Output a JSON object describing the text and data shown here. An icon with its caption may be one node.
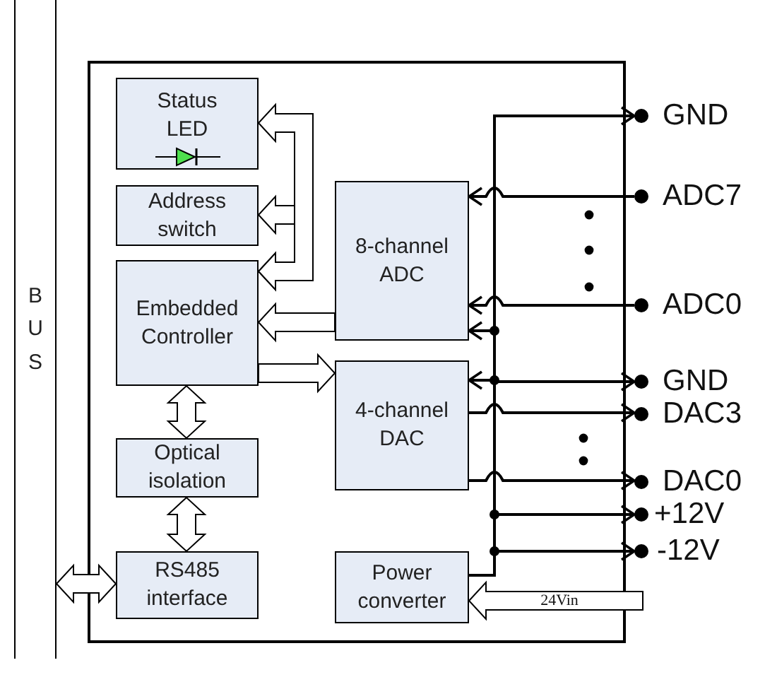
{
  "diagram": {
    "nodes": [
      {
        "text": [
          "BUS"
        ]
      },
      {
        "text": [],
        "shape": "box"
      },
      {
        "text": [
          "Status LED"
        ],
        "in": 1
      },
      {
        "text": [
          "Address switch"
        ],
        "in": 1
      },
      {
        "text": [
          "Embedded Controller"
        ],
        "in": 1
      },
      {
        "text": [
          "Optical isolation"
        ],
        "in": 1
      },
      {
        "text": [
          "RS485 interface"
        ],
        "in": 1
      },
      {
        "text": [
          "8-channel ADC"
        ],
        "in": 1
      },
      {
        "text": [
          "4-channel DAC"
        ],
        "in": 1
      },
      {
        "text": [
          "Power converter"
        ],
        "in": 1
      },
      {
        "text": [
          "GND"
        ]
      },
      {
        "text": [
          "ADC7"
        ]
      },
      {
        "text": [
          "ADC0"
        ]
      },
      {
        "text": [
          "GND"
        ]
      },
      {
        "text": [
          "DAC3"
        ]
      },
      {
        "text": [
          "DAC0"
        ]
      },
      {
        "text": [
          "+12V"
        ]
      },
      {
        "text": [
          "-12V"
        ]
      }
    ],
    "edges": [
      {
        "from": 3,
        "to": 4,
        "arrow": "both",
        "style": "thick"
      },
      {
        "from": 2,
        "to": 4,
        "arrow": "both",
        "style": "thick"
      },
      {
        "from": 7,
        "to": 4,
        "arrow": "to",
        "style": "thick"
      },
      {
        "from": 4,
        "to": 8,
        "arrow": "to",
        "style": "thick"
      },
      {
        "from": 4,
        "to": 5,
        "arrow": "both",
        "style": "thick"
      },
      {
        "from": 5,
        "to": 6,
        "arrow": "both",
        "style": "thick"
      },
      {
        "from": 6,
        "to": 0,
        "arrow": "both",
        "style": "thick"
      },
      {
        "from": null,
        "to": 9,
        "arrow": "to",
        "style": "thick",
        "label": "24Vin"
      },
      {
        "from": 9,
        "to": 10,
        "arrow": "to"
      },
      {
        "from": 9,
        "to": 7,
        "arrow": "to"
      },
      {
        "from": 9,
        "to": 8,
        "arrow": "to"
      },
      {
        "from": 9,
        "to": 13,
        "arrow": "to"
      },
      {
        "from": 9,
        "to": 16,
        "arrow": "to"
      },
      {
        "from": 9,
        "to": 17,
        "arrow": "to"
      },
      {
        "from": 11,
        "to": 7,
        "arrow": "to"
      },
      {
        "from": 12,
        "to": 7,
        "arrow": "to"
      },
      {
        "from": 8,
        "to": 14,
        "arrow": "to"
      },
      {
        "from": 8,
        "to": 15,
        "arrow": "to"
      }
    ]
  }
}
